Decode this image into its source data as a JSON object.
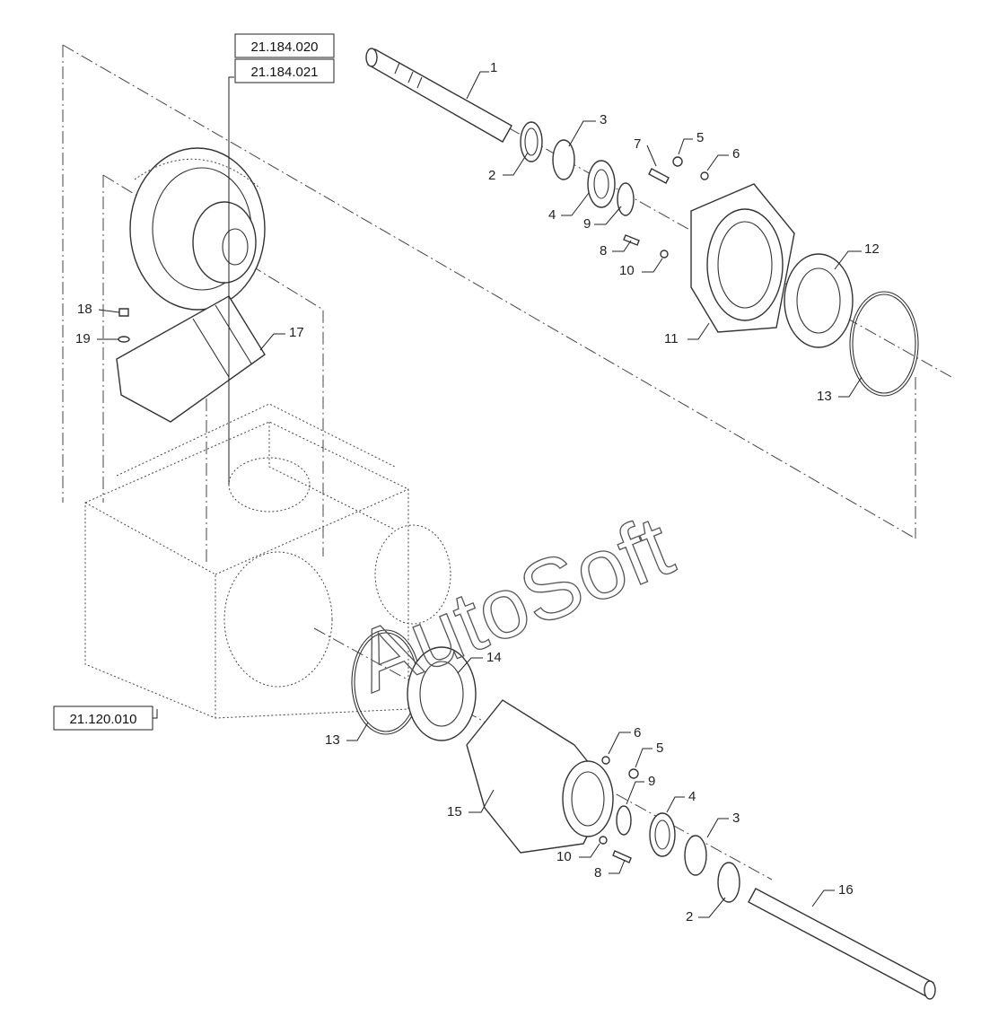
{
  "references": [
    {
      "id": "ref-a",
      "text": "21.184.020"
    },
    {
      "id": "ref-b",
      "text": "21.184.021"
    },
    {
      "id": "ref-c",
      "text": "21.120.010"
    }
  ],
  "callouts": {
    "c1": "1",
    "c2a": "2",
    "c3a": "3",
    "c4a": "4",
    "c5a": "5",
    "c6a": "6",
    "c7": "7",
    "c8a": "8",
    "c9a": "9",
    "c10a": "10",
    "c11": "11",
    "c12": "12",
    "c13a": "13",
    "c13b": "13",
    "c14": "14",
    "c15": "15",
    "c16": "16",
    "c17": "17",
    "c18": "18",
    "c19": "19",
    "c6b": "6",
    "c5b": "5",
    "c9b": "9",
    "c4b": "4",
    "c3b": "3",
    "c10b": "10",
    "c8b": "8",
    "c2b": "2"
  },
  "watermark": "AutoSoft"
}
